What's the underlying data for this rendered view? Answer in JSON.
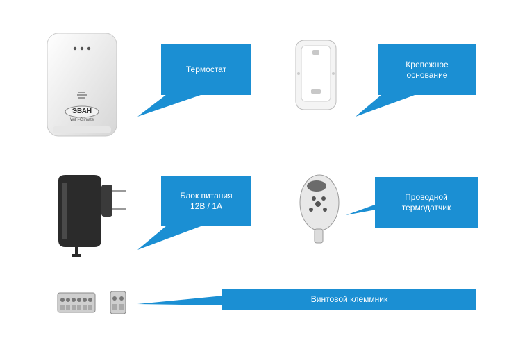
{
  "items": [
    {
      "id": "thermostat",
      "label_lines": [
        "Термостат"
      ],
      "device_brand": "ЭВАН",
      "device_model": "WiFi-Climate"
    },
    {
      "id": "mount",
      "label_lines": [
        "Крепежное",
        "основание"
      ]
    },
    {
      "id": "power",
      "label_lines": [
        "Блок питания",
        "12В / 1А"
      ]
    },
    {
      "id": "sensor",
      "label_lines": [
        "Проводной",
        "термодатчик"
      ]
    },
    {
      "id": "terminal",
      "label_lines": [
        "Винтовой клеммник"
      ]
    }
  ],
  "colors": {
    "callout": "#1b8fd3"
  }
}
